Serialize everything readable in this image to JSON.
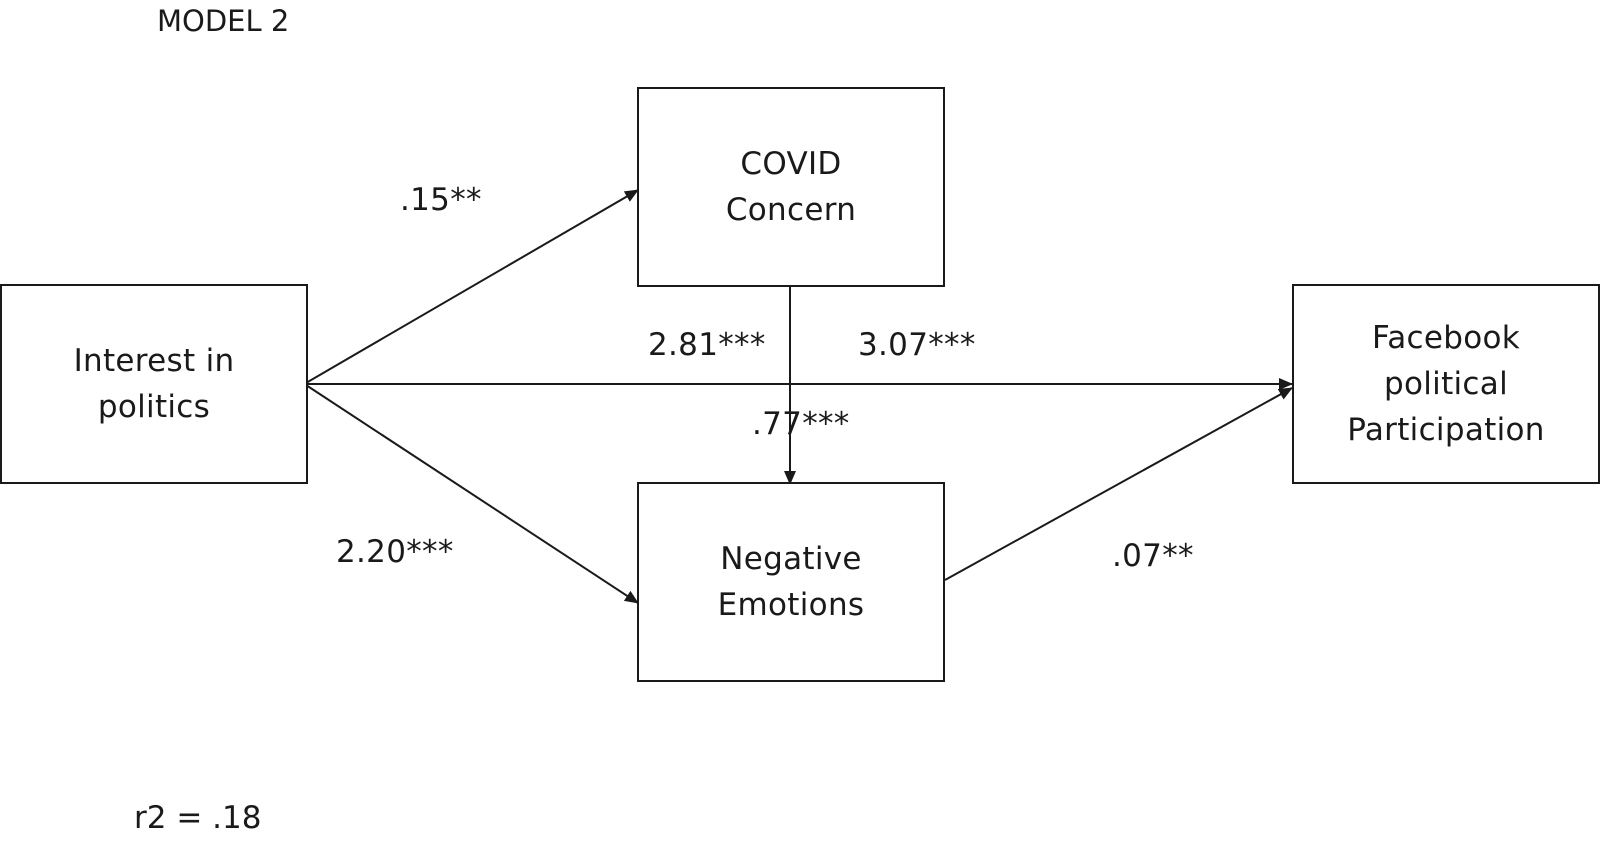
{
  "diagram": {
    "title": "MODEL 2",
    "footnote": "r2 = .18",
    "nodes": {
      "interest": "Interest in\npolitics",
      "covid": "COVID\nConcern",
      "negative": "Negative\nEmotions",
      "facebook": "Facebook\npolitical\nParticipation"
    },
    "paths": {
      "interest_to_covid": ".15**",
      "covid_to_negative_left": "2.81***",
      "interest_to_facebook": "3.07***",
      "covid_to_negative_mid": ".77***",
      "interest_to_negative": "2.20***",
      "negative_to_facebook": ".07**"
    },
    "colors": {
      "ink": "#1a1a1a",
      "background": "#ffffff"
    }
  }
}
